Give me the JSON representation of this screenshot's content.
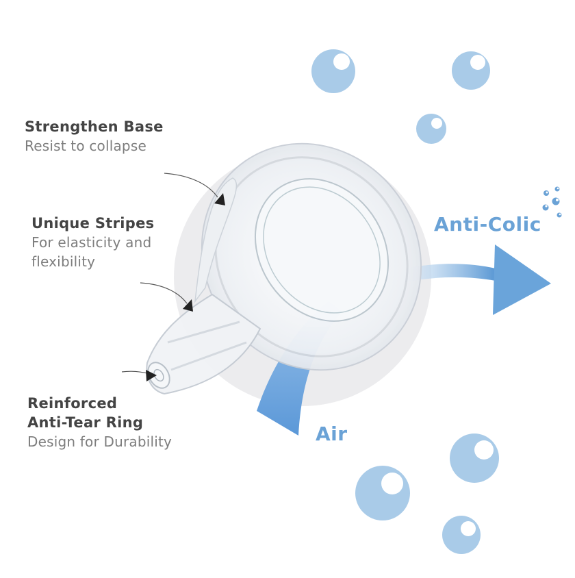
{
  "callouts": [
    {
      "title": "Strengthen Base",
      "description": "Resist to collapse"
    },
    {
      "title": "Unique Stripes",
      "description": "For elasticity and flexibility"
    },
    {
      "title_line1": "Reinforced",
      "title_line2": "Anti-Tear Ring",
      "description": "Design for Durability"
    }
  ],
  "flow_labels": {
    "outflow": "Anti-Colic",
    "inflow": "Air"
  },
  "icons": {
    "bubble": "bubble-icon",
    "arrow": "curved-arrow-icon",
    "pointer": "leader-arrow-icon"
  },
  "colors": {
    "background": "#ffffff",
    "bubble": "#a9cbe8",
    "accent_text": "#6aa2d6",
    "air_band": "#5b98d8",
    "backdrop_circle": "#ececee",
    "title_text": "#444444",
    "description_text": "#7d7d7d"
  }
}
